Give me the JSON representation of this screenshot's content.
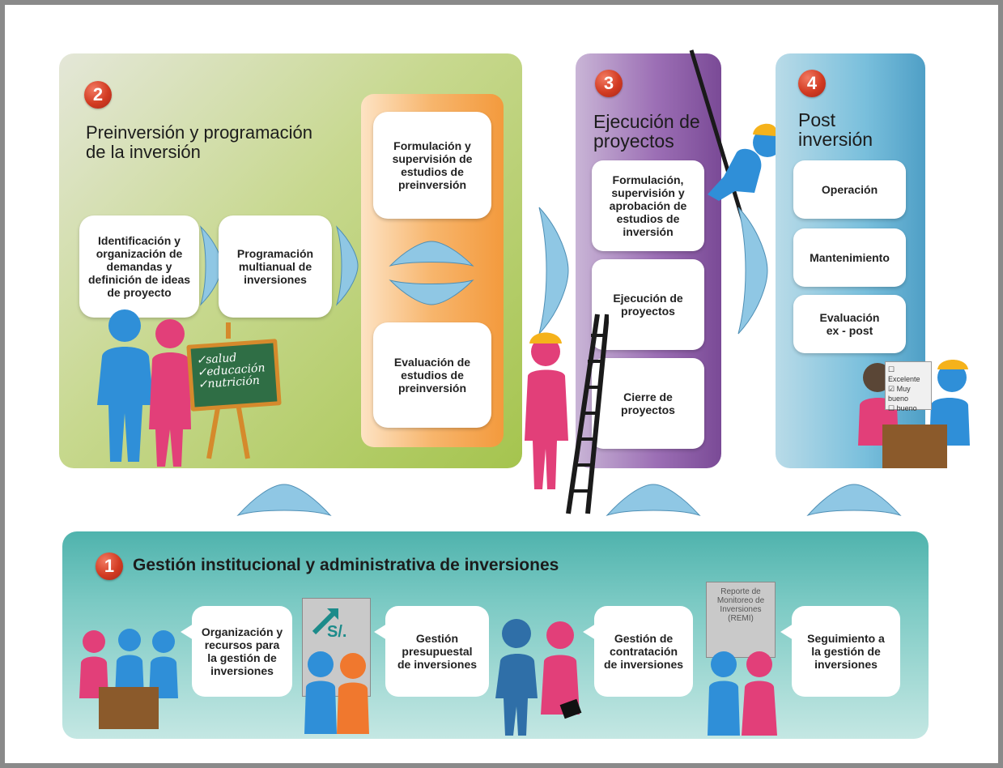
{
  "stage2": {
    "number": "2",
    "title_line1": "Preinversión y programación",
    "title_line2": "de la inversión",
    "box_identificacion": [
      "Identificación y",
      "organización de",
      "demandas y",
      "definición de ideas",
      "de proyecto"
    ],
    "box_programacion": [
      "Programación",
      "multianual de",
      "inversiones"
    ],
    "box_formulacion": [
      "Formulación y",
      "supervisión de",
      "estudios de",
      "preinversión"
    ],
    "box_evaluacion": [
      "Evaluación de",
      "estudios de",
      "preinversión"
    ],
    "board_lines": [
      "✓salud",
      "✓educación",
      "✓nutrición"
    ]
  },
  "stage3": {
    "number": "3",
    "title_line1": "Ejecución de",
    "title_line2": "proyectos",
    "box_formulacion": [
      "Formulación,",
      "supervisión y",
      "aprobación de",
      "estudios de",
      "inversión"
    ],
    "box_ejecucion": [
      "Ejecución de",
      "proyectos"
    ],
    "box_cierre": [
      "Cierre de",
      "proyectos"
    ]
  },
  "stage4": {
    "number": "4",
    "title_line1": "Post",
    "title_line2": "inversión",
    "box_operacion": "Operación",
    "box_mantenimiento": "Mantenimiento",
    "box_evaluacion": [
      "Evaluación",
      "ex - post"
    ],
    "survey": [
      "Excelente",
      "Muy bueno",
      "bueno"
    ]
  },
  "stage1": {
    "number": "1",
    "title": "Gestión institucional y administrativa de inversiones",
    "bubble_organizacion": [
      "Organización y",
      "recursos para",
      "la gestión de",
      "inversiones"
    ],
    "bubble_presupuestal": [
      "Gestión",
      "presupuestal",
      "de inversiones"
    ],
    "bubble_contratacion": [
      "Gestión de",
      "contratación",
      "de inversiones"
    ],
    "bubble_seguimiento": [
      "Seguimiento a",
      "la gestión de",
      "inversiones"
    ],
    "poster_remi": [
      "Reporte de",
      "Monitoreo de",
      "Inversiones",
      "(REMI)"
    ],
    "poster_soles": "S/."
  },
  "colors": {
    "stage2_panel": "#a5c44e",
    "stage3_panel": "#7a4a96",
    "stage4_panel": "#4f9fc6",
    "stage1_panel": "#4fb3ad",
    "number_badge": "#d23b22",
    "figure_blue": "#2f8fd8",
    "figure_pink": "#e23f79",
    "helmet": "#f5b21b"
  }
}
